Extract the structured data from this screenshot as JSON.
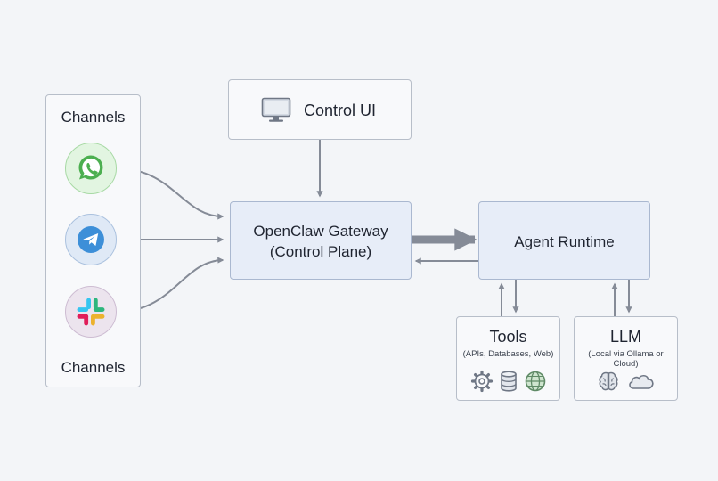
{
  "channels": {
    "title_top": "Channels",
    "title_bottom": "Channels",
    "apps": [
      {
        "icon": "whatsapp-icon",
        "color": "#4caf50"
      },
      {
        "icon": "telegram-icon",
        "color": "#3d8fd8"
      },
      {
        "icon": "slack-icon",
        "colors": [
          "#36c5f0",
          "#2eb67d",
          "#ecb22e",
          "#e01e5a"
        ]
      }
    ]
  },
  "control_ui": {
    "label": "Control UI",
    "icon": "monitor-icon"
  },
  "gateway": {
    "line1": "OpenClaw Gateway",
    "line2": "(Control Plane)"
  },
  "agent_runtime": {
    "label": "Agent Runtime"
  },
  "tools": {
    "title": "Tools",
    "subtitle": "(APIs, Databases, Web)",
    "icons": [
      "gear-icon",
      "database-icon",
      "globe-icon"
    ]
  },
  "llm": {
    "title": "LLM",
    "subtitle": "(Local via Ollama or Cloud)",
    "icons": [
      "brain-icon",
      "cloud-icon"
    ]
  },
  "colors": {
    "background": "#f3f5f8",
    "box_border": "#b7bec9",
    "highlight_fill": "#e7edf8",
    "arrow": "#858b97"
  }
}
